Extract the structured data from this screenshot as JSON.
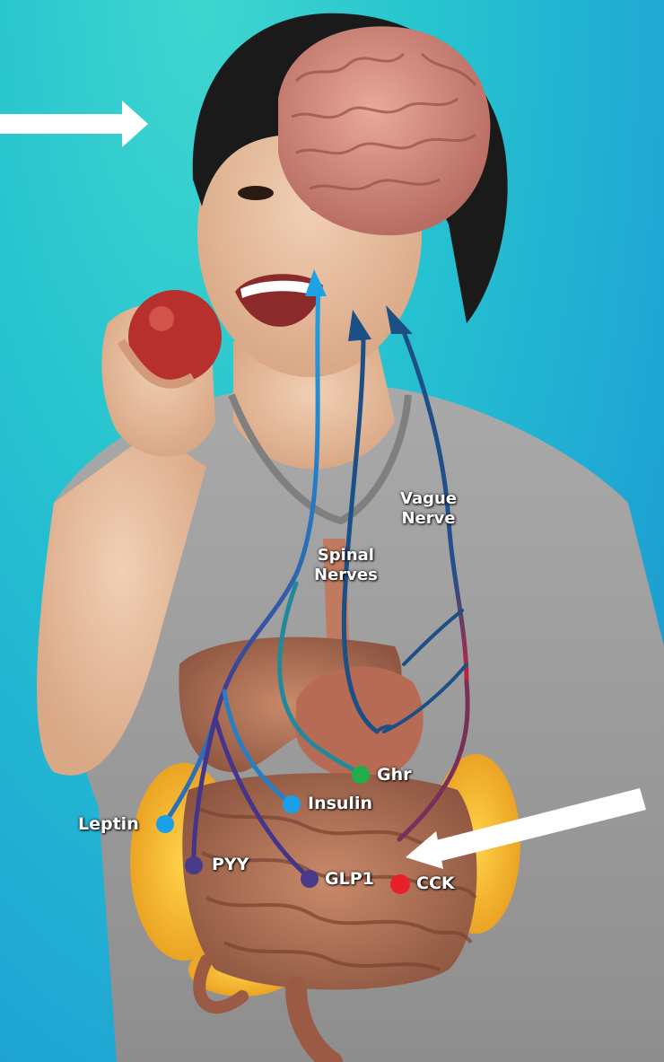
{
  "labels": {
    "vagus_line1": "Vague",
    "vagus_line2": "Nerve",
    "spinal_line1": "Spinal",
    "spinal_line2": "Nerves",
    "ghr": "Ghr",
    "insulin": "Insulin",
    "leptin": "Leptin",
    "pyy": "PYY",
    "glp1": "GLP1",
    "cck": "CCK"
  },
  "colors": {
    "background": "#22b8d0",
    "vagus_nerve": "#1b4f86",
    "spinal_nerve": "#1e8fd6",
    "ghr_dot": "#1fae4a",
    "insulin_dot": "#1aa0e6",
    "leptin_dot": "#1aa0e6",
    "pyy_dot": "#4a3a8c",
    "glp1_dot": "#4a3a8c",
    "cck_dot": "#e8202a",
    "arrow": "#ffffff"
  }
}
